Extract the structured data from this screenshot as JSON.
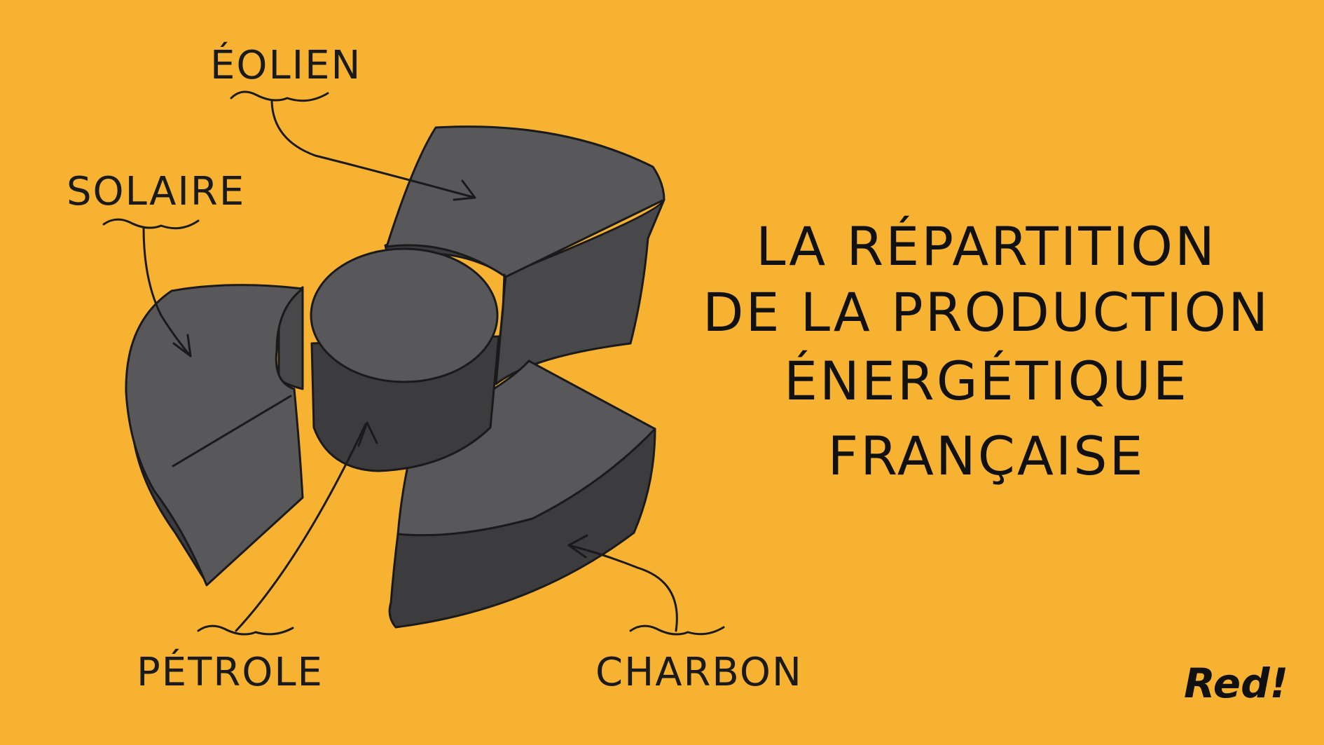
{
  "labels": {
    "eolien": "ÉOLIEN",
    "solaire": "SOLAIRE",
    "petrole": "PÉTROLE",
    "charbon": "CHARBON"
  },
  "title": {
    "line1": "LA RÉPARTITION",
    "line2": "DE LA PRODUCTION",
    "line3": "ÉNERGÉTIQUE",
    "line4": "FRANÇAISE"
  },
  "signature": "Red!",
  "colors": {
    "background": "#F7B232",
    "symbol_top": "#58585A",
    "symbol_side": "#3C3C3E",
    "ink": "#1a1a1a"
  }
}
